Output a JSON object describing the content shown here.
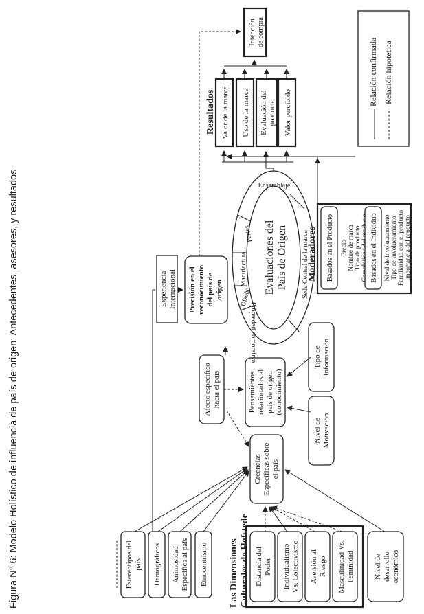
{
  "figure": {
    "caption": "Figura N° 6: Modelo Holístico de influencia de país de origen: Antecedentes, asesores, y resultados"
  },
  "legend": {
    "confirmed": "Relación confirmada",
    "hypothetical": "Relación hipotética"
  },
  "antecedents": {
    "stereotypes": [
      "Estereotipos del",
      "país"
    ],
    "demographics": "Demográficos",
    "animosity": [
      "Animosidad",
      "Específica al país"
    ],
    "ethnocentrism": "Etnocentrismo"
  },
  "hofstede": {
    "title": [
      "Las Dimensiones",
      "Culturales de Hofstede"
    ],
    "items": [
      [
        "Distancia del",
        "Poder"
      ],
      [
        "Individualismo",
        "Vs. Colectivismo"
      ],
      [
        "Aversión al",
        "Riesgo"
      ],
      [
        "Masculinidad Vs.",
        "Feminidad"
      ]
    ]
  },
  "economic": [
    "Nivel de",
    "desarrollo",
    "económico"
  ],
  "beliefs": [
    "Creencias",
    "Específicas sobre",
    "el país"
  ],
  "affect": [
    "Afecto específico",
    "hacia el país"
  ],
  "thoughts": [
    "Pensamientos",
    "relacionados al",
    "país de origen",
    "(conocimiento)"
  ],
  "motivation": [
    "Nivel de",
    "Motivación"
  ],
  "info_type": [
    "Tipo de",
    "Información"
  ],
  "experience": [
    "Experiencia",
    "Internacional"
  ],
  "precision": [
    "Precisión en el",
    "reconocimiento",
    "del país de",
    "origen"
  ],
  "evaluations": {
    "title": [
      "Evaluaciones del",
      "País de Origen"
    ],
    "ring": [
      "Propiedad corporativa",
      "Diseño",
      "Manufactura",
      "Partes",
      "Ensamblaje",
      "Sede Central de la marca"
    ]
  },
  "moderators": {
    "title": "Moderadores",
    "product_header": "Basados en el Producto",
    "product_items": [
      "Precio",
      "Nombre de marca",
      "Tipo de producto",
      "Complejidad del producto"
    ],
    "individual_header": "Basados en el Individuo",
    "individual_items": [
      "Nivel de involucramiento",
      "Tipo de involucramiento",
      "Familiaridad con el producto",
      "Importancia del producto"
    ]
  },
  "outcomes": {
    "title": "Resultados",
    "items": [
      [
        "Valor de la marca"
      ],
      [
        "Uso de la marca"
      ],
      [
        "Evaluación del",
        "producto"
      ],
      [
        "Valor percibido"
      ]
    ]
  },
  "purchase_intention": [
    "Intención",
    "de compra"
  ]
}
